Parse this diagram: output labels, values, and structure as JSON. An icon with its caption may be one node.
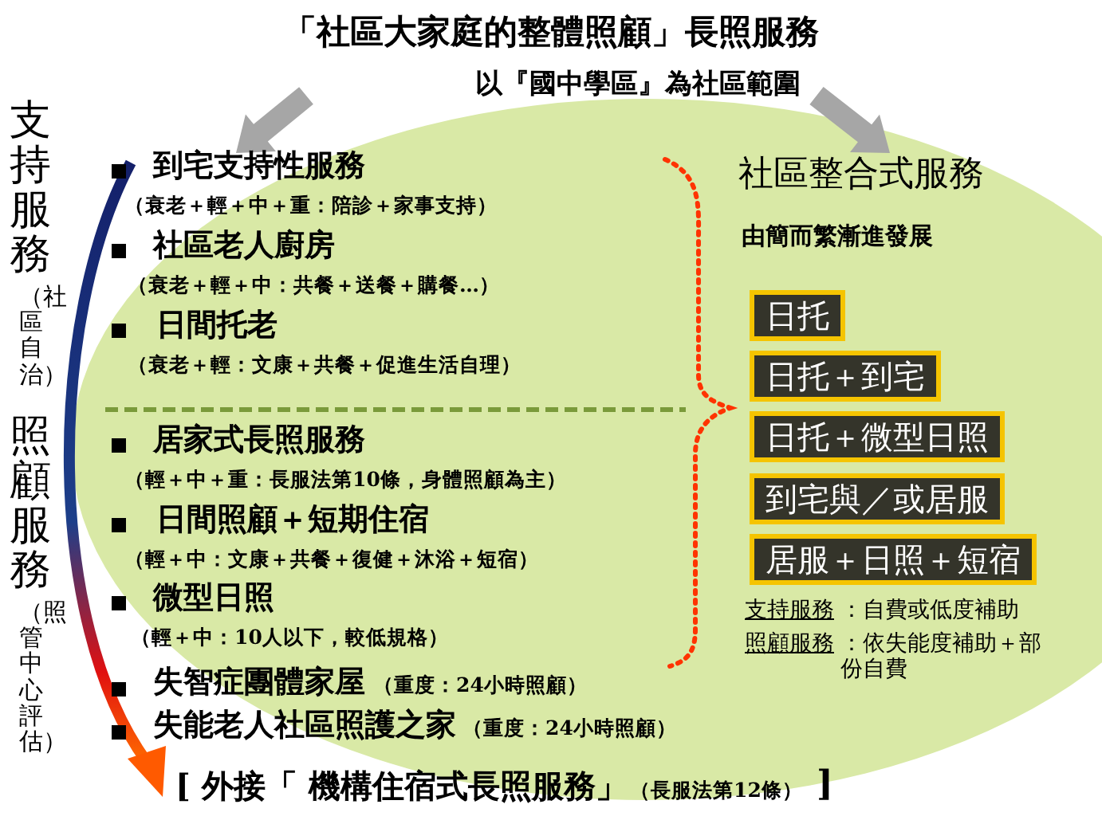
{
  "diagram": {
    "title": "「社區大家庭的整體照顧」長照服務",
    "nodes": [
      {
        "text": [
          "日托"
        ]
      },
      {
        "text": [
          "日托＋到宅"
        ]
      },
      {
        "text": [
          "日托＋微型日照"
        ]
      },
      {
        "text": [
          "到宅與／或居服"
        ]
      },
      {
        "text": [
          "居服＋日照＋短宿"
        ]
      }
    ],
    "labels": [
      "以『國中學區』為社區範圍",
      "支持服務",
      "（社區自治）",
      "照顧服務",
      "（照管中心評估）",
      "到宅支持性服務",
      "（衰老＋輕＋中＋重：陪診＋家事支持）",
      "社區老人廚房",
      "（衰老＋輕＋中：共餐＋送餐＋購餐…）",
      "日間托老",
      "（衰老＋輕：文康＋共餐＋促進生活自理）",
      "居家式長照服務",
      "（輕＋中＋重：長服法第10條，身體照顧為主）",
      "日間照顧＋短期住宿",
      "（輕＋中：文康＋共餐＋復健＋沐浴＋短宿）",
      "微型日照",
      "（輕＋中：10人以下，較低規格）",
      "失智症團體家屋",
      "（重度：24小時照顧）",
      "失能老人社區照護之家",
      "（重度：24小時照顧）",
      "[ 外接「  機構住宿式長照服務」",
      "（長服法第12條）",
      "]",
      "社區整合式服務",
      "由簡而繁漸進發展",
      "支持服務",
      "：自費或低度補助",
      "照顧服務",
      "：依失能度補助＋部份自費"
    ]
  }
}
